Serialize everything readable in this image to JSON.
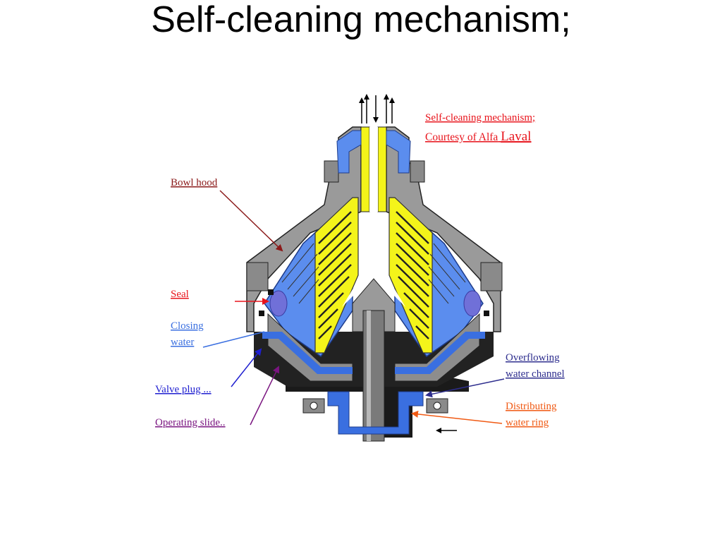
{
  "title": "Self-cleaning mechanism;",
  "caption": {
    "line1": "Self-cleaning mechanism;",
    "line2": "Courtesy of Alfa",
    "line2_brand": "Laval"
  },
  "labels": {
    "bowl_hood": "Bowl hood",
    "seal": "Seal",
    "closing_water_1": "Closing",
    "closing_water_2": "water",
    "valve_plug": "Valve plug ...",
    "operating_slide": "Operating slide..",
    "overflowing_1": "Overflowing",
    "overflowing_2": "water channel",
    "distributing_1": "Distributing",
    "distributing_2": "water ring"
  },
  "colors": {
    "bowl_hood": "#8b1a1a",
    "seal": "#e8141c",
    "closing_water": "#3a6fe0",
    "valve_plug": "#1f1fd0",
    "operating_slide": "#7a1580",
    "overflowing": "#2e2e8e",
    "distributing": "#f05a14",
    "water_blue": "#5b8dee",
    "disc_yellow": "#f4f41a",
    "steel_grey": "#9a9a9a"
  }
}
